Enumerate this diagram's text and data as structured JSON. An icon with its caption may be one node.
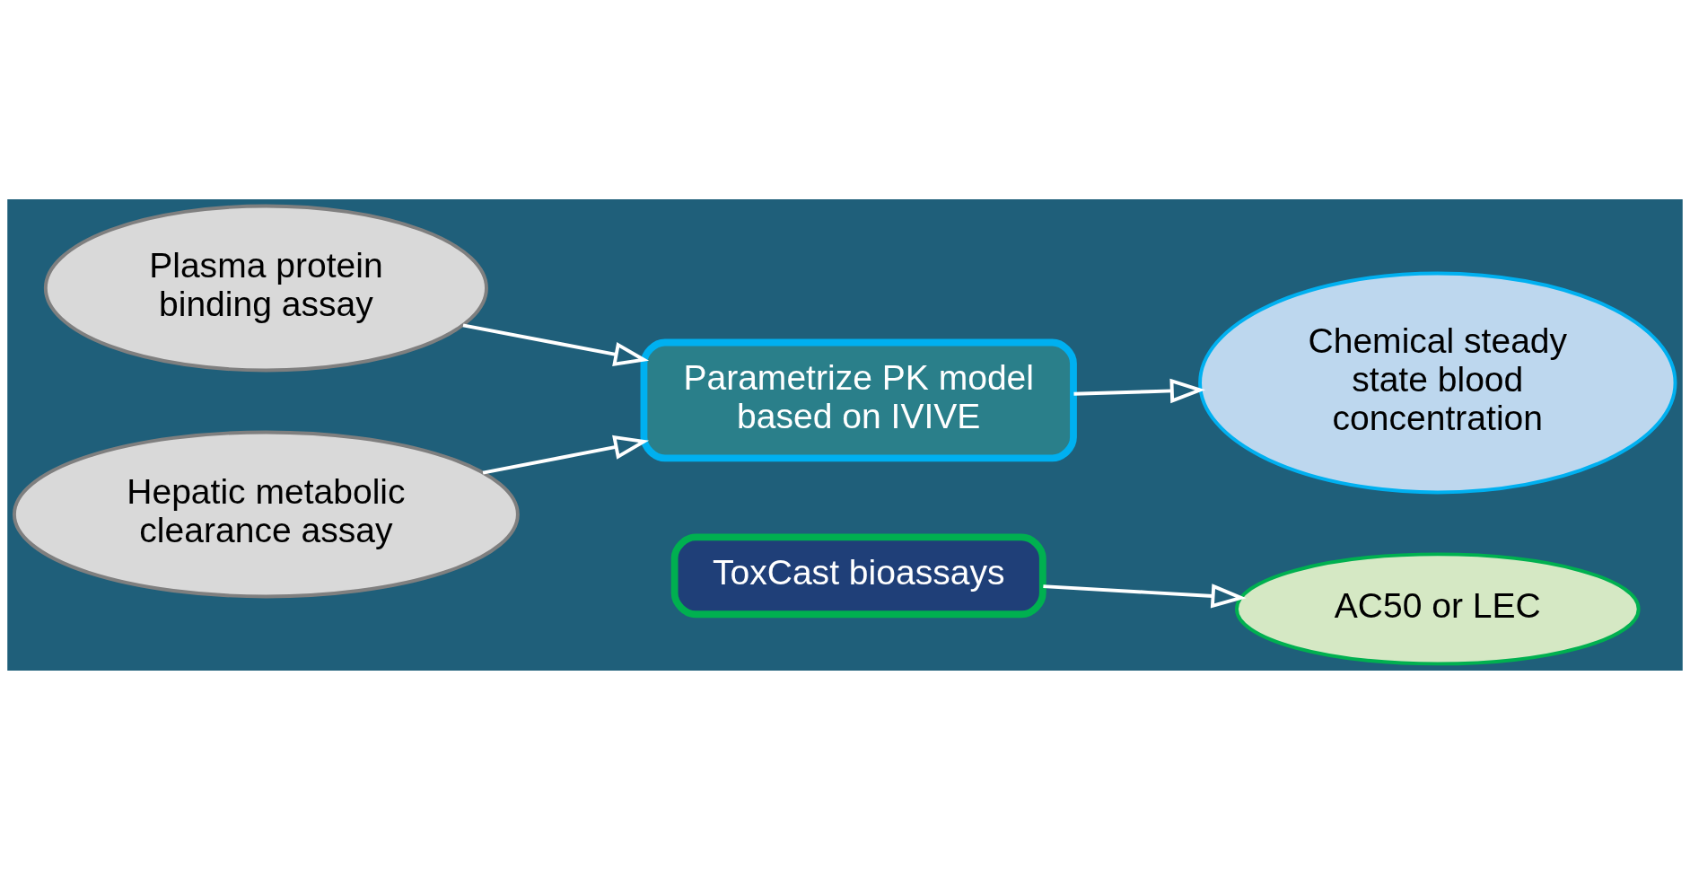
{
  "diagram": {
    "nodes": [
      {
        "text": [
          "Plasma protein binding assay"
        ]
      },
      {
        "text": [
          "Hepatic metabolic clearance assay"
        ]
      },
      {
        "text": [
          "Parametrize PK model based on IVIVE"
        ]
      },
      {
        "text": [
          "Chemical steady state blood concentration"
        ]
      },
      {
        "text": [
          "ToxCast bioassays"
        ]
      },
      {
        "text": [
          "AC50 or LEC"
        ]
      }
    ],
    "edges": [
      {
        "from": 0,
        "to": 2,
        "arrow": "to"
      },
      {
        "from": 1,
        "to": 2,
        "arrow": "to"
      },
      {
        "from": 2,
        "to": 3,
        "arrow": "to"
      },
      {
        "from": 4,
        "to": 5,
        "arrow": "to"
      }
    ]
  }
}
